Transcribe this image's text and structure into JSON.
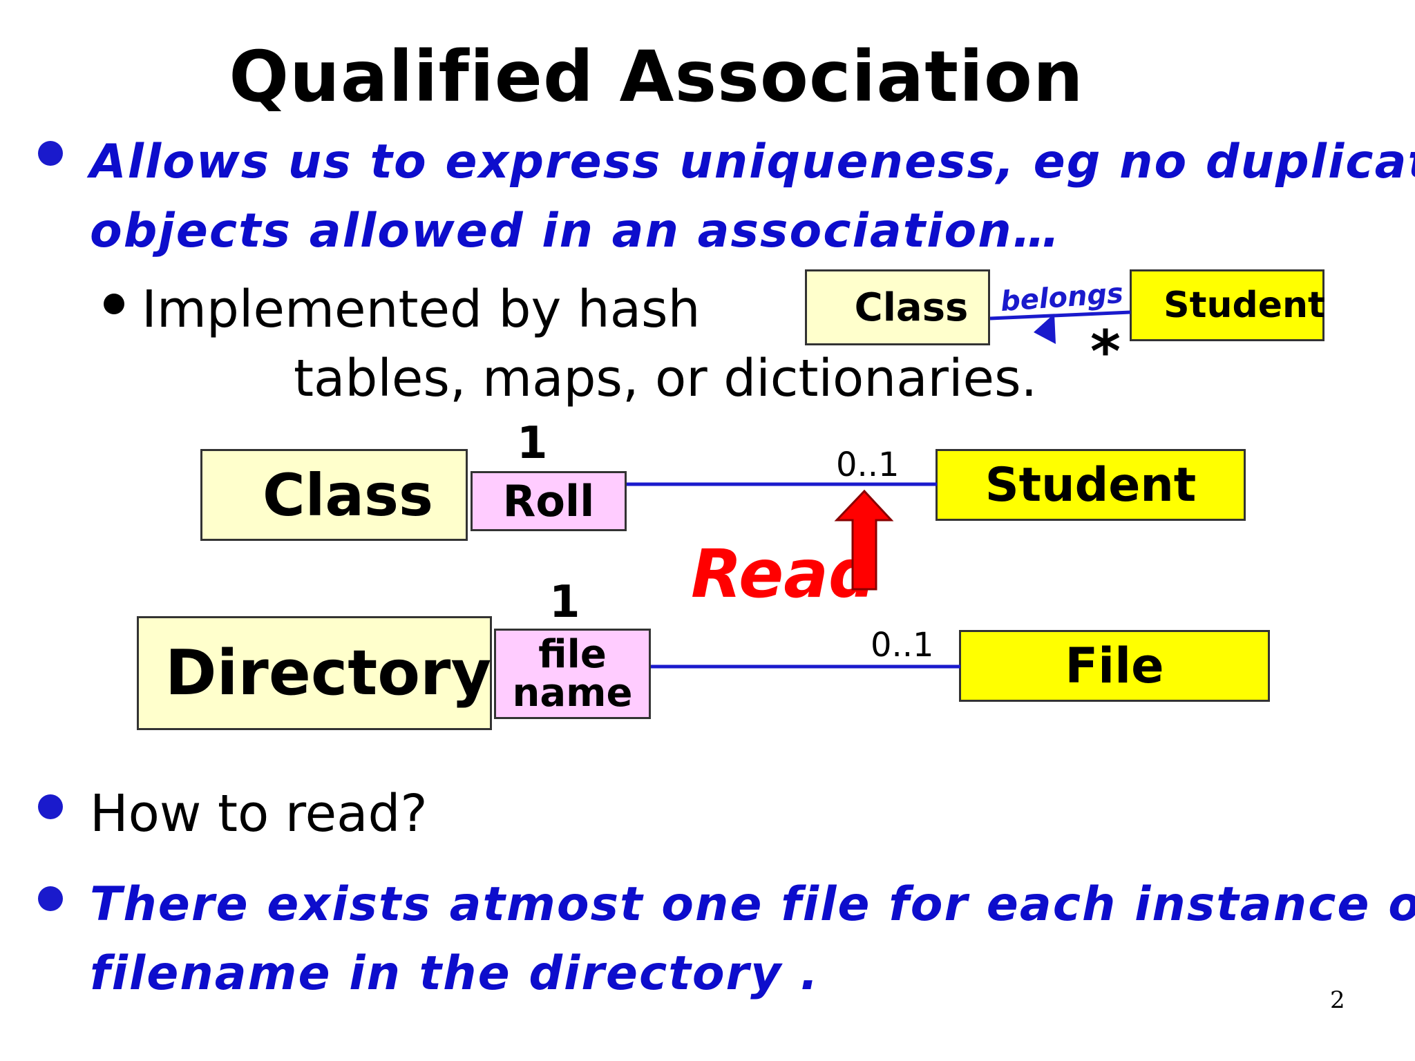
{
  "title": "Qualified Association",
  "bullets": {
    "b1_line1": "Allows us to express uniqueness, eg no duplicate",
    "b1_line2": "objects allowed in an association…",
    "sub_line1": "Implemented by hash",
    "sub_line2": "tables, maps, or dictionaries.",
    "b2": "How to read?",
    "b3_line1": "There exists atmost one file for each instance of",
    "b3_line2": "filename in the directory ."
  },
  "small_diagram": {
    "class_label": "Class",
    "student_label": "Student",
    "assoc_label": "belongs",
    "multiplicity": "*"
  },
  "diagram1": {
    "class_label": "Class",
    "qualifier": "Roll",
    "target": "Student",
    "mult_left": "1",
    "mult_right": "0..1"
  },
  "diagram2": {
    "class_label": "Directory",
    "qualifier_line1": "file",
    "qualifier_line2": "name",
    "target": "File",
    "mult_left": "1",
    "mult_right": "0..1"
  },
  "read_label": "Read",
  "page_number": "2",
  "colors": {
    "bullet_blue": "#0d0dcc",
    "line_blue": "#1a1acc",
    "read_red": "#ff0000",
    "cream": "#ffffcc",
    "yellow": "#ffff00",
    "pink": "#ffccff"
  }
}
